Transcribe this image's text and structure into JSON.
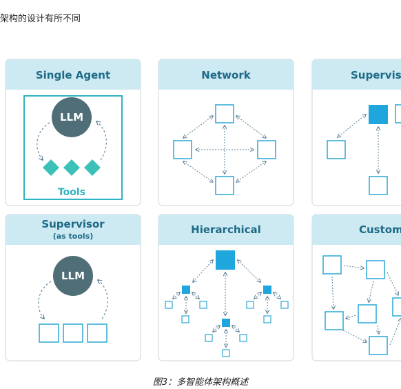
{
  "page": {
    "heading_text": "架构的设计有所不同",
    "caption": "图3：多智能体架构概述"
  },
  "colors": {
    "panel_header": "#cdeaf3",
    "panel_border": "#d6dbdf",
    "title": "#1e6a86",
    "node": "#2aa7d6",
    "node_fill": "#1fa6dc",
    "llm_circle": "#4f6e78",
    "diamond": "#3cc1b8",
    "arrow": "#5b7f94"
  },
  "panels": {
    "single_agent": {
      "title": "Single Agent",
      "llm_label": "LLM",
      "tools_label": "Tools"
    },
    "network": {
      "title": "Network"
    },
    "supervisor": {
      "title": "Supervisor"
    },
    "supervisor_tools": {
      "title": "Supervisor",
      "subtitle": "(as tools)",
      "llm_label": "LLM"
    },
    "hierarchical": {
      "title": "Hierarchical"
    },
    "custom": {
      "title": "Custom"
    }
  }
}
